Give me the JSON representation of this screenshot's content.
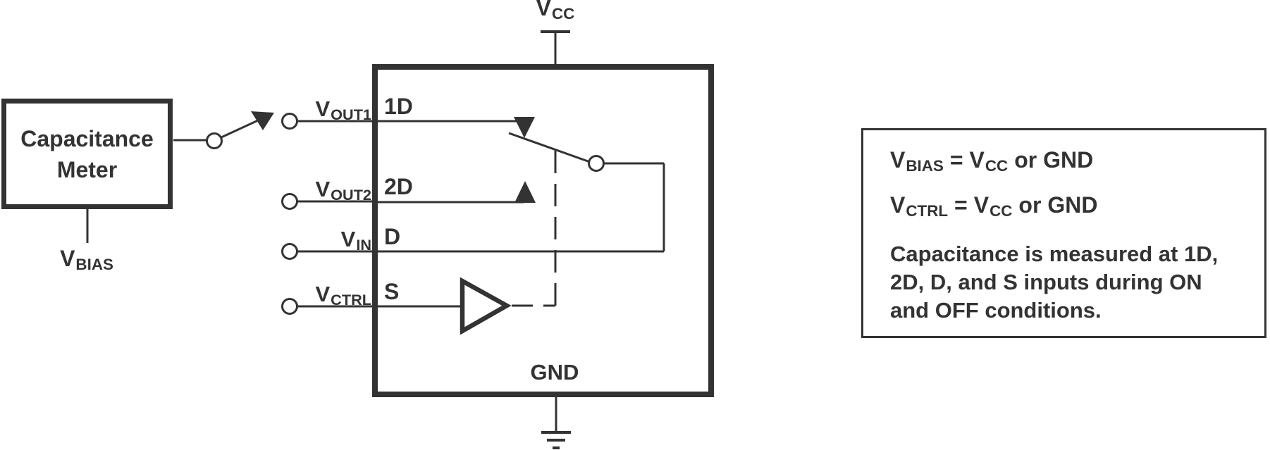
{
  "colors": {
    "stroke": "#333333",
    "background": "#ffffff"
  },
  "meter": {
    "line1": "Capacitance",
    "line2": "Meter"
  },
  "rails": {
    "vcc": {
      "main": "V",
      "sub": "CC"
    },
    "gnd": "GND",
    "vbias": {
      "main": "V",
      "sub": "BIAS"
    }
  },
  "terminals": [
    {
      "main": "V",
      "sub": "OUT1",
      "pin": "1D"
    },
    {
      "main": "V",
      "sub": "OUT2",
      "pin": "2D"
    },
    {
      "main": "V",
      "sub": "IN",
      "pin": "D"
    },
    {
      "main": "V",
      "sub": "CTRL",
      "pin": "S"
    }
  ],
  "note": {
    "eq1": {
      "lhs_main": "V",
      "lhs_sub": "BIAS",
      "op": "=",
      "rhs_main": "V",
      "rhs_sub": "CC",
      "suffix": "or GND"
    },
    "eq2": {
      "lhs_main": "V",
      "lhs_sub": "CTRL",
      "op": "=",
      "rhs_main": "V",
      "rhs_sub": "CC",
      "suffix": "or GND"
    },
    "body_lines": [
      "Capacitance is measured at 1D,",
      "2D, D, and S inputs during ON",
      "and OFF conditions."
    ]
  }
}
